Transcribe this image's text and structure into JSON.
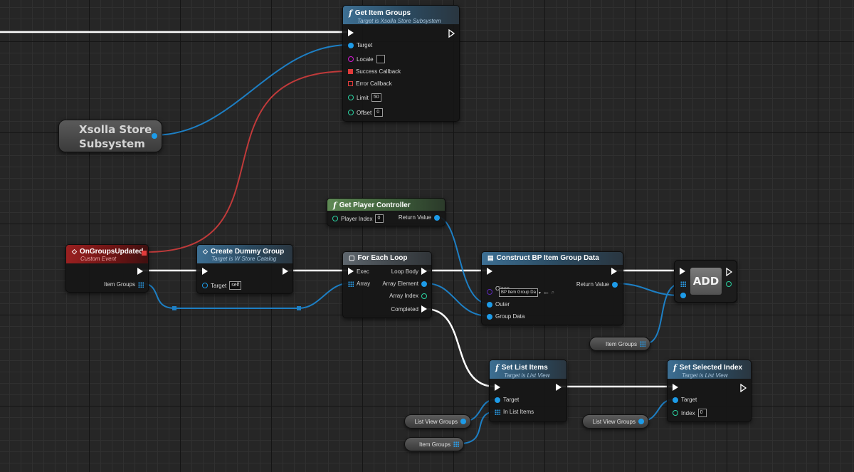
{
  "nodes": {
    "get_item_groups": {
      "title": "Get Item Groups",
      "subtitle": "Target is Xsolla Store Subsystem",
      "pins": {
        "target": "Target",
        "locale": "Locale",
        "success": "Success Callback",
        "error": "Error Callback",
        "limit": "Limit",
        "limit_value": "50",
        "offset": "Offset",
        "offset_value": "0"
      }
    },
    "xsolla_store_subsystem": {
      "line1": "Xsolla Store",
      "line2": "Subsystem"
    },
    "get_player_controller": {
      "title": "Get Player Controller",
      "pins": {
        "player_index": "Player Index",
        "player_index_value": "0",
        "return_value": "Return Value"
      }
    },
    "on_groups_updated": {
      "title": "OnGroupsUpdated",
      "subtitle": "Custom Event",
      "pins": {
        "item_groups": "Item Groups"
      }
    },
    "create_dummy_group": {
      "title": "Create Dummy Group",
      "subtitle": "Target is W Store Catalog",
      "pins": {
        "target": "Target",
        "target_value": "self"
      }
    },
    "for_each_loop": {
      "title": "For Each Loop",
      "pins": {
        "exec": "Exec",
        "array": "Array",
        "loop_body": "Loop Body",
        "array_element": "Array Element",
        "array_index": "Array Index",
        "completed": "Completed"
      }
    },
    "construct_bp_item_group_data": {
      "title": "Construct BP Item Group Data",
      "pins": {
        "class": "Class",
        "class_value": "BP Item Group Da",
        "outer": "Outer",
        "group_data": "Group Data",
        "return_value": "Return Value"
      }
    },
    "add": {
      "label": "ADD"
    },
    "set_list_items": {
      "title": "Set List Items",
      "subtitle": "Target is List View",
      "pins": {
        "target": "Target",
        "in_list_items": "In List Items"
      }
    },
    "set_selected_index": {
      "title": "Set Selected Index",
      "subtitle": "Target is List View",
      "pins": {
        "target": "Target",
        "index": "Index",
        "index_value": "0"
      }
    }
  },
  "variables": {
    "item_groups_a": "Item Groups",
    "item_groups_b": "Item Groups",
    "list_view_groups_a": "List View Groups",
    "list_view_groups_b": "List View Groups"
  },
  "colors": {
    "exec": "#ffffff",
    "object": "#1d9be8",
    "delegate": "#e23b3b",
    "int": "#2ad3a2",
    "name": "#d21ad2",
    "class": "#5b2bb8",
    "function_header": "#3d6f93",
    "pure_header": "#5f8a55",
    "event_header": "#9a2020"
  },
  "icons": {
    "function": "function-icon",
    "event": "event-diamond-icon",
    "loop": "loop-icon",
    "struct": "struct-icon"
  }
}
